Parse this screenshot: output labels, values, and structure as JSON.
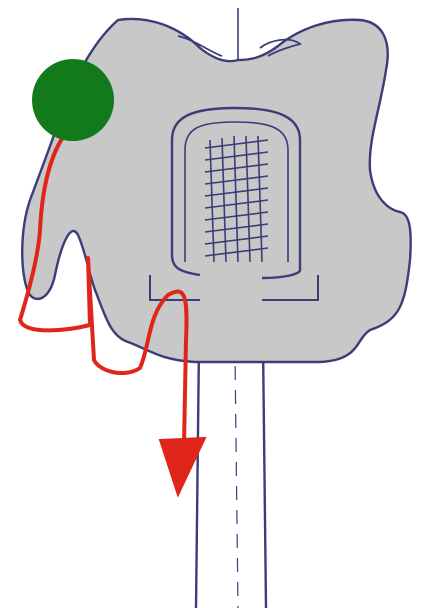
{
  "diagram": {
    "colors": {
      "background": "#ffffff",
      "outline": "#3a3d78",
      "crown_fill": "#c8c8c8",
      "path": "#e0261b",
      "contact_point": "#137a1c"
    },
    "elements": {
      "crown": "crown-shape",
      "abutment": "threaded-abutment",
      "implant_post": "implant-post",
      "flow_path": "red-flow-path",
      "arrow": "arrowhead",
      "contact": "green-contact-dot"
    }
  }
}
